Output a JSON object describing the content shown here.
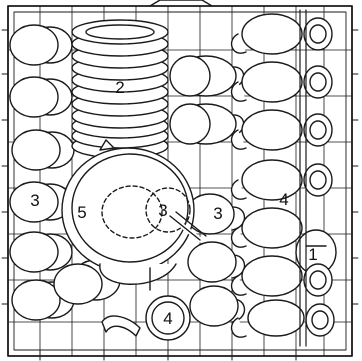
{
  "colors": {
    "line": "#1a1a1a",
    "fill": "#ffffff",
    "shade": "#f2f2f2"
  },
  "callouts": [
    {
      "text": "1"
    },
    {
      "text": "2"
    },
    {
      "text": "3"
    },
    {
      "text": "3"
    },
    {
      "text": "3"
    },
    {
      "text": "4"
    },
    {
      "text": "4"
    },
    {
      "text": "5"
    }
  ]
}
